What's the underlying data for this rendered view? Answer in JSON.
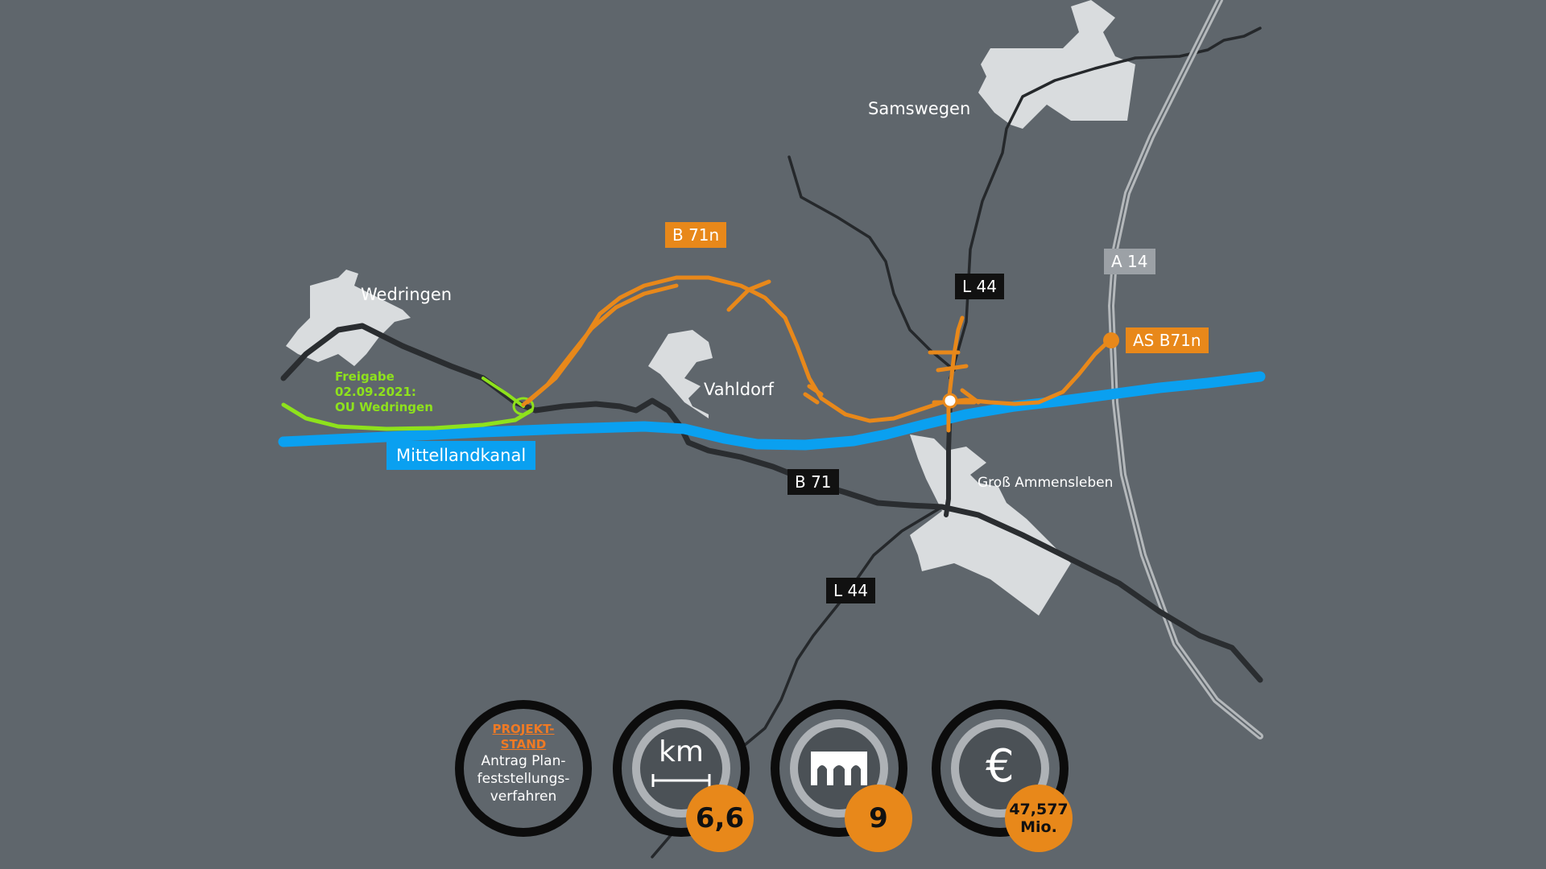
{
  "colors": {
    "background": "#5f666c",
    "settlement": "#d9dcde",
    "road": "#2a2d30",
    "minor_road": "#25282b",
    "motorway": "#b4b8bb",
    "canal": "#0aa0f0",
    "new_road": "#e8881a",
    "opened_road": "#8ee21c",
    "badge": "#e8881a"
  },
  "places": {
    "samswegen": "Samswegen",
    "wedringen": "Wedringen",
    "vahldorf": "Vahldorf",
    "gross_ammensleben": "Groß Ammensleben"
  },
  "road_labels": {
    "b71n": "B 71n",
    "a14": "A 14",
    "l44_north": "L 44",
    "l44_south": "L 44",
    "b71": "B 71",
    "as_b71n": "AS B71n"
  },
  "canal_label": "Mittellandkanal",
  "release_note": {
    "line1": "Freigabe",
    "line2": "02.09.2021:",
    "line3": "OU Wedringen"
  },
  "stats": {
    "status": {
      "title_line1": "PROJEKT-",
      "title_line2": "STAND",
      "line1": "Antrag Plan-",
      "line2": "feststellungs-",
      "line3": "verfahren"
    },
    "length": {
      "icon": "km-ruler-icon",
      "unit": "km",
      "value": "6,6"
    },
    "bridges": {
      "icon": "bridge-icon",
      "value": "9"
    },
    "cost": {
      "icon": "euro-icon",
      "symbol": "€",
      "value_line1": "47,577",
      "value_line2": "Mio."
    }
  }
}
